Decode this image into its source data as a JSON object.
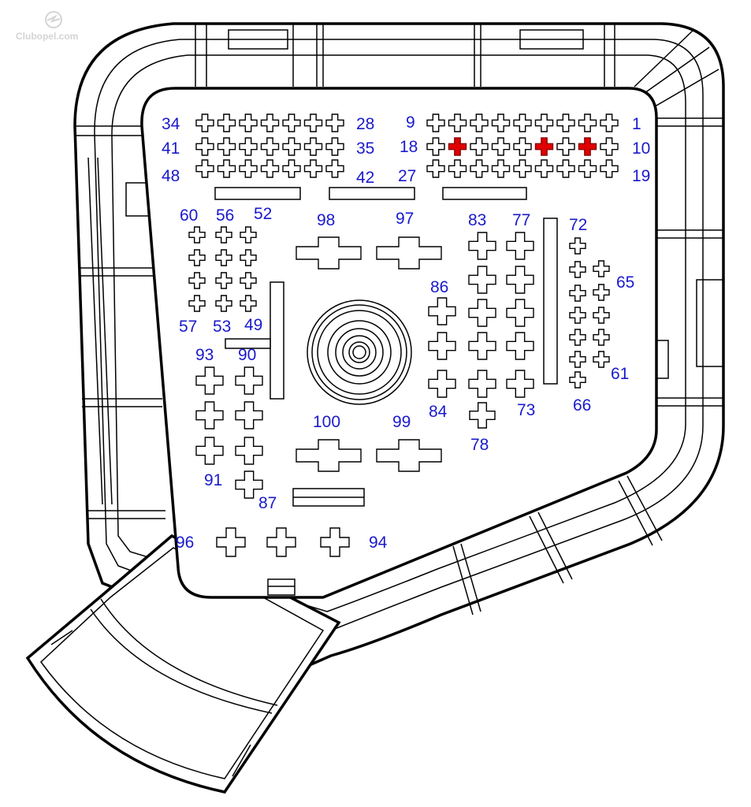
{
  "logo": {
    "text": "Clubopel.com"
  },
  "colors": {
    "label": "#1a1acc",
    "highlight": "#e00000"
  },
  "pin_labels": [
    "34",
    "28",
    "9",
    "1",
    "41",
    "35",
    "18",
    "10",
    "48",
    "42",
    "27",
    "19",
    "60",
    "56",
    "52",
    "98",
    "97",
    "83",
    "77",
    "72",
    "86",
    "65",
    "57",
    "53",
    "49",
    "93",
    "90",
    "61",
    "84",
    "73",
    "66",
    "100",
    "99",
    "78",
    "91",
    "87",
    "96",
    "94"
  ],
  "highlighted_pins": [
    "row2-right-pin2",
    "row2-right-pin6",
    "row2-right-pin8"
  ]
}
